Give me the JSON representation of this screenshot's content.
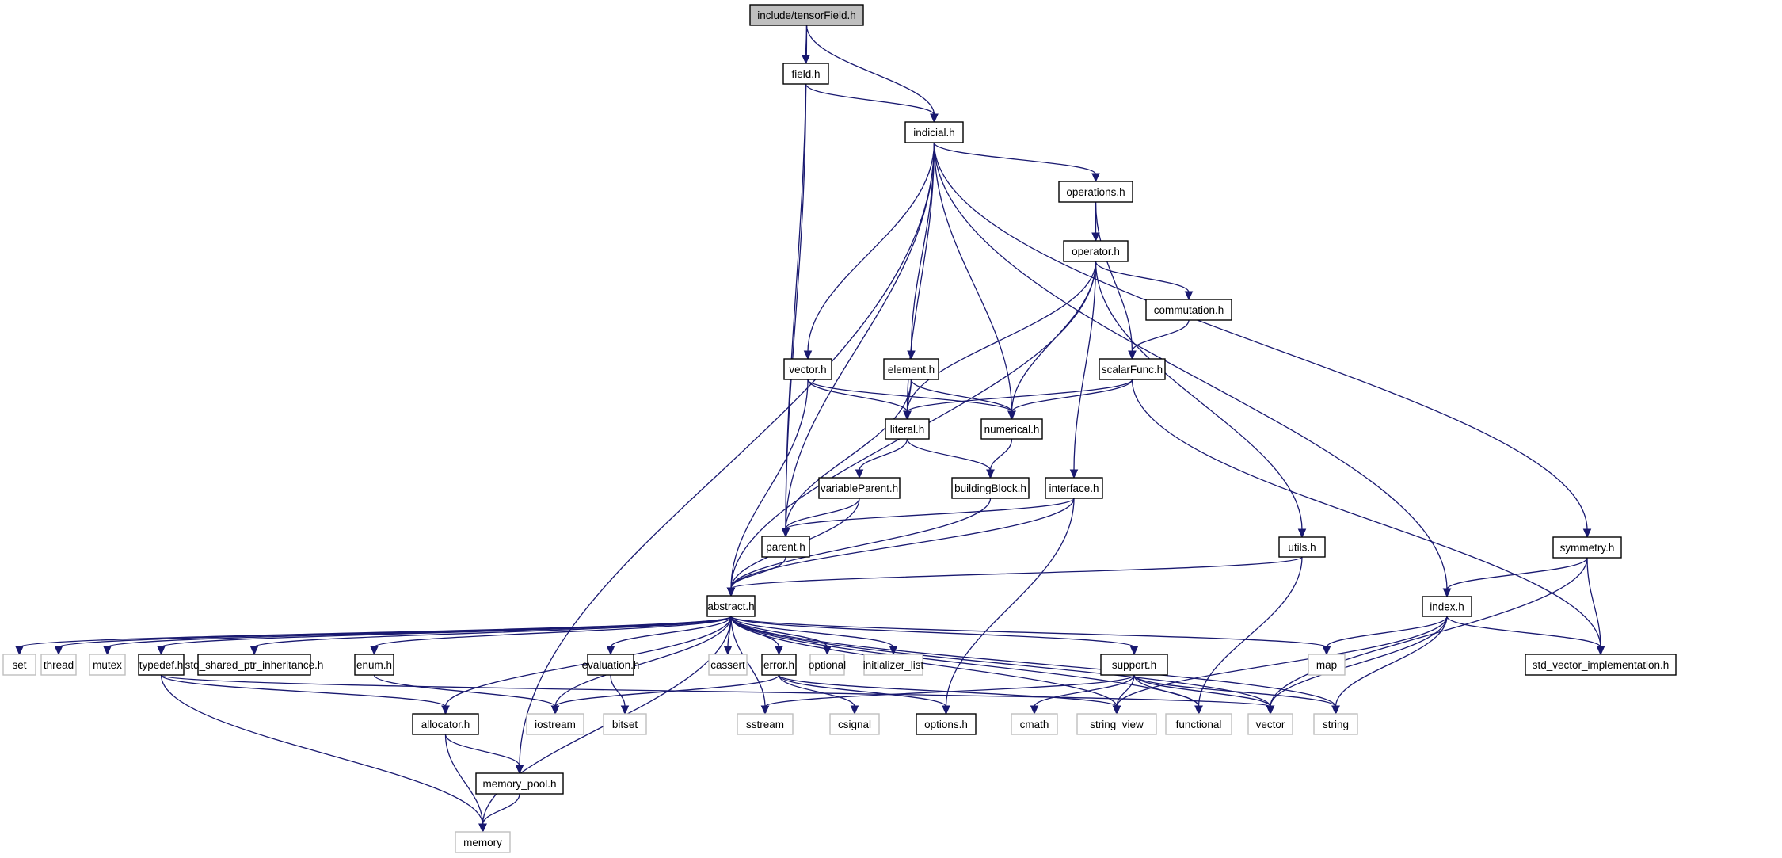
{
  "title": "include/tensorField.h",
  "colors": {
    "edge": "#191970",
    "root_fill": "#bfbfbf",
    "project_border": "#000000",
    "system_border": "#bfbfbf",
    "node_fill": "#ffffff"
  },
  "nodes": [
    {
      "id": "tensorField",
      "label": "include/tensorField.h",
      "kind": "root"
    },
    {
      "id": "field",
      "label": "field.h",
      "kind": "project"
    },
    {
      "id": "indicial",
      "label": "indicial.h",
      "kind": "project"
    },
    {
      "id": "operations",
      "label": "operations.h",
      "kind": "project"
    },
    {
      "id": "operator",
      "label": "operator.h",
      "kind": "project"
    },
    {
      "id": "commutation",
      "label": "commutation.h",
      "kind": "project"
    },
    {
      "id": "vector_h",
      "label": "vector.h",
      "kind": "project"
    },
    {
      "id": "element",
      "label": "element.h",
      "kind": "project"
    },
    {
      "id": "scalarFunc",
      "label": "scalarFunc.h",
      "kind": "project"
    },
    {
      "id": "literal",
      "label": "literal.h",
      "kind": "project"
    },
    {
      "id": "numerical",
      "label": "numerical.h",
      "kind": "project"
    },
    {
      "id": "variableParent",
      "label": "variableParent.h",
      "kind": "project"
    },
    {
      "id": "buildingBlock",
      "label": "buildingBlock.h",
      "kind": "project"
    },
    {
      "id": "interface",
      "label": "interface.h",
      "kind": "project"
    },
    {
      "id": "parent",
      "label": "parent.h",
      "kind": "project"
    },
    {
      "id": "utils",
      "label": "utils.h",
      "kind": "project"
    },
    {
      "id": "symmetry",
      "label": "symmetry.h",
      "kind": "project"
    },
    {
      "id": "abstract",
      "label": "abstract.h",
      "kind": "project"
    },
    {
      "id": "index",
      "label": "index.h",
      "kind": "project"
    },
    {
      "id": "set",
      "label": "set",
      "kind": "system"
    },
    {
      "id": "thread",
      "label": "thread",
      "kind": "system"
    },
    {
      "id": "mutex",
      "label": "mutex",
      "kind": "system"
    },
    {
      "id": "typedef",
      "label": "typedef.h",
      "kind": "project"
    },
    {
      "id": "sspi",
      "label": "std_shared_ptr_inheritance.h",
      "kind": "project"
    },
    {
      "id": "enum",
      "label": "enum.h",
      "kind": "project"
    },
    {
      "id": "evaluation",
      "label": "evaluation.h",
      "kind": "project"
    },
    {
      "id": "cassert",
      "label": "cassert",
      "kind": "system"
    },
    {
      "id": "error",
      "label": "error.h",
      "kind": "project"
    },
    {
      "id": "optional",
      "label": "optional",
      "kind": "system"
    },
    {
      "id": "initializer_list",
      "label": "initializer_list",
      "kind": "system"
    },
    {
      "id": "support",
      "label": "support.h",
      "kind": "project"
    },
    {
      "id": "map",
      "label": "map",
      "kind": "system"
    },
    {
      "id": "svi",
      "label": "std_vector_implementation.h",
      "kind": "project"
    },
    {
      "id": "allocator",
      "label": "allocator.h",
      "kind": "project"
    },
    {
      "id": "iostream",
      "label": "iostream",
      "kind": "system"
    },
    {
      "id": "bitset",
      "label": "bitset",
      "kind": "system"
    },
    {
      "id": "sstream",
      "label": "sstream",
      "kind": "system"
    },
    {
      "id": "csignal",
      "label": "csignal",
      "kind": "system"
    },
    {
      "id": "options",
      "label": "options.h",
      "kind": "project"
    },
    {
      "id": "cmath",
      "label": "cmath",
      "kind": "system"
    },
    {
      "id": "string_view",
      "label": "string_view",
      "kind": "system"
    },
    {
      "id": "functional",
      "label": "functional",
      "kind": "system"
    },
    {
      "id": "vector",
      "label": "vector",
      "kind": "system"
    },
    {
      "id": "string",
      "label": "string",
      "kind": "system"
    },
    {
      "id": "memory_pool",
      "label": "memory_pool.h",
      "kind": "project"
    },
    {
      "id": "memory",
      "label": "memory",
      "kind": "system"
    }
  ],
  "edges": [
    [
      "tensorField",
      "field"
    ],
    [
      "tensorField",
      "indicial"
    ],
    [
      "tensorField",
      "parent"
    ],
    [
      "field",
      "indicial"
    ],
    [
      "field",
      "parent"
    ],
    [
      "indicial",
      "operations"
    ],
    [
      "indicial",
      "vector_h"
    ],
    [
      "indicial",
      "element"
    ],
    [
      "indicial",
      "literal"
    ],
    [
      "indicial",
      "numerical"
    ],
    [
      "indicial",
      "parent"
    ],
    [
      "indicial",
      "index"
    ],
    [
      "indicial",
      "symmetry"
    ],
    [
      "indicial",
      "memory_pool"
    ],
    [
      "operations",
      "operator"
    ],
    [
      "operations",
      "scalarFunc"
    ],
    [
      "operator",
      "commutation"
    ],
    [
      "operator",
      "literal"
    ],
    [
      "operator",
      "numerical"
    ],
    [
      "operator",
      "interface"
    ],
    [
      "operator",
      "utils"
    ],
    [
      "operator",
      "abstract"
    ],
    [
      "commutation",
      "scalarFunc"
    ],
    [
      "vector_h",
      "literal"
    ],
    [
      "vector_h",
      "numerical"
    ],
    [
      "vector_h",
      "abstract"
    ],
    [
      "element",
      "literal"
    ],
    [
      "element",
      "numerical"
    ],
    [
      "element",
      "parent"
    ],
    [
      "scalarFunc",
      "literal"
    ],
    [
      "scalarFunc",
      "numerical"
    ],
    [
      "scalarFunc",
      "svi"
    ],
    [
      "literal",
      "variableParent"
    ],
    [
      "literal",
      "buildingBlock"
    ],
    [
      "numerical",
      "buildingBlock"
    ],
    [
      "variableParent",
      "parent"
    ],
    [
      "variableParent",
      "abstract"
    ],
    [
      "buildingBlock",
      "abstract"
    ],
    [
      "interface",
      "parent"
    ],
    [
      "interface",
      "abstract"
    ],
    [
      "interface",
      "options"
    ],
    [
      "parent",
      "abstract"
    ],
    [
      "utils",
      "abstract"
    ],
    [
      "utils",
      "functional"
    ],
    [
      "symmetry",
      "index"
    ],
    [
      "symmetry",
      "svi"
    ],
    [
      "symmetry",
      "vector"
    ],
    [
      "index",
      "map"
    ],
    [
      "index",
      "svi"
    ],
    [
      "index",
      "string_view"
    ],
    [
      "index",
      "vector"
    ],
    [
      "index",
      "string"
    ],
    [
      "abstract",
      "set"
    ],
    [
      "abstract",
      "thread"
    ],
    [
      "abstract",
      "mutex"
    ],
    [
      "abstract",
      "typedef"
    ],
    [
      "abstract",
      "sspi"
    ],
    [
      "abstract",
      "enum"
    ],
    [
      "abstract",
      "evaluation"
    ],
    [
      "abstract",
      "cassert"
    ],
    [
      "abstract",
      "error"
    ],
    [
      "abstract",
      "optional"
    ],
    [
      "abstract",
      "initializer_list"
    ],
    [
      "abstract",
      "support"
    ],
    [
      "abstract",
      "map"
    ],
    [
      "abstract",
      "allocator"
    ],
    [
      "abstract",
      "iostream"
    ],
    [
      "abstract",
      "sstream"
    ],
    [
      "abstract",
      "memory"
    ],
    [
      "abstract",
      "functional"
    ],
    [
      "abstract",
      "vector"
    ],
    [
      "abstract",
      "string"
    ],
    [
      "abstract",
      "string_view"
    ],
    [
      "typedef",
      "allocator"
    ],
    [
      "typedef",
      "memory"
    ],
    [
      "typedef",
      "vector"
    ],
    [
      "enum",
      "iostream"
    ],
    [
      "evaluation",
      "bitset"
    ],
    [
      "error",
      "iostream"
    ],
    [
      "error",
      "csignal"
    ],
    [
      "error",
      "options"
    ],
    [
      "error",
      "string_view"
    ],
    [
      "support",
      "sstream"
    ],
    [
      "support",
      "cmath"
    ],
    [
      "support",
      "string_view"
    ],
    [
      "support",
      "functional"
    ],
    [
      "support",
      "vector"
    ],
    [
      "support",
      "string"
    ],
    [
      "allocator",
      "memory_pool"
    ],
    [
      "allocator",
      "memory"
    ],
    [
      "memory_pool",
      "memory"
    ]
  ]
}
